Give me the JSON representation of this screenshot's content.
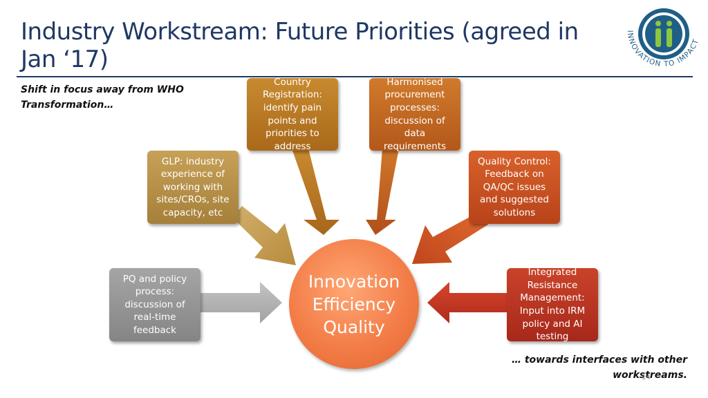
{
  "title": "Industry Workstream: Future Priorities (agreed in Jan ‘17)",
  "subtitle_left": "Shift in focus away from WHO Transformation…",
  "subtitle_right": "… towards interfaces with other workstreams.",
  "page_number": "14",
  "logo": {
    "text": "INNOVATION TO IMPACT",
    "colors": {
      "ring": "#1f5f87",
      "accent": "#8dc63f"
    }
  },
  "center": {
    "lines": [
      "Innovation",
      "Efficiency",
      "Quality"
    ],
    "color": "#f37d48"
  },
  "boxes": {
    "country": {
      "lines": [
        "Country",
        "Registration:",
        "identify pain",
        "points and",
        "priorities to",
        "address"
      ],
      "color": "#b8761f"
    },
    "harmonised": {
      "lines": [
        "Harmonised",
        "procurement",
        "processes:",
        "discussion of",
        "data",
        "requirements"
      ],
      "color": "#c3641f"
    },
    "glp": {
      "lines": [
        "GLP: industry",
        "experience of",
        "working with",
        "sites/CROs, site",
        "capacity, etc"
      ],
      "color": "#b58e48"
    },
    "qc": {
      "lines": [
        "Quality Control:",
        "Feedback on",
        "QA/QC issues",
        "and suggested",
        "solutions"
      ],
      "color": "#c9521f"
    },
    "pq": {
      "lines": [
        "PQ and policy",
        "process:",
        "discussion of",
        "real-time",
        "feedback"
      ],
      "color": "#969696"
    },
    "irm": {
      "lines": [
        "Integrated",
        "Resistance",
        "Management:",
        "Input into IRM",
        "policy and AI",
        "testing"
      ],
      "color": "#b83421"
    }
  }
}
